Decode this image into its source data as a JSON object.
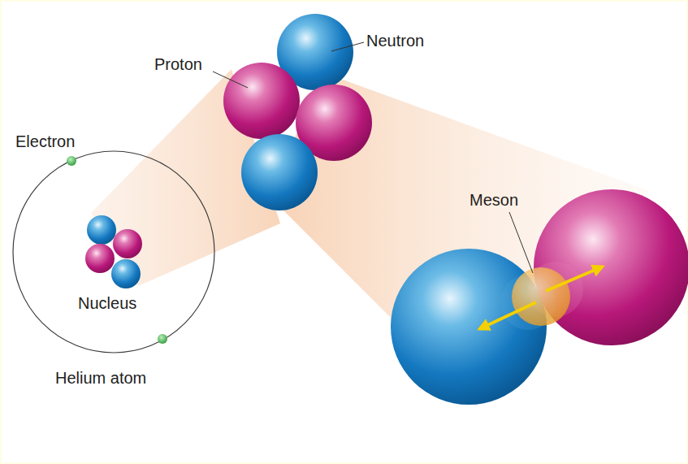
{
  "diagram": {
    "labels": [
      "Neutron",
      "Proton",
      "Electron",
      "Meson",
      "Nucleus",
      "Helium atom"
    ]
  }
}
